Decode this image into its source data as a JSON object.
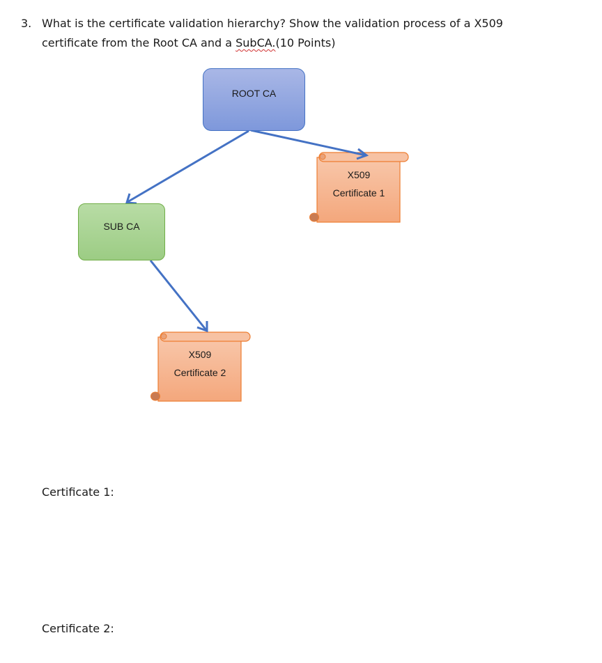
{
  "question": {
    "number": "3.",
    "line1": "What is the certificate validation hierarchy? Show the validation process of a X509",
    "line2_before": "certificate from the Root CA and a ",
    "line2_flagged": "SubCA.",
    "line2_after": "(10 Points)"
  },
  "diagram": {
    "root_ca": "ROOT CA",
    "sub_ca": "SUB CA",
    "certificate1": {
      "line1": "X509",
      "line2": "Certificate 1"
    },
    "certificate2": {
      "line1": "X509",
      "line2": "Certificate 2"
    },
    "colors": {
      "arrow": "#4472c4",
      "root_fill": "#8ea5de",
      "sub_fill": "#a9d18e",
      "scroll_fill": "#f4b183",
      "scroll_border": "#ed7d31"
    }
  },
  "answers": {
    "certificate1_label": "Certificate 1:",
    "certificate2_label": "Certificate 2:"
  }
}
